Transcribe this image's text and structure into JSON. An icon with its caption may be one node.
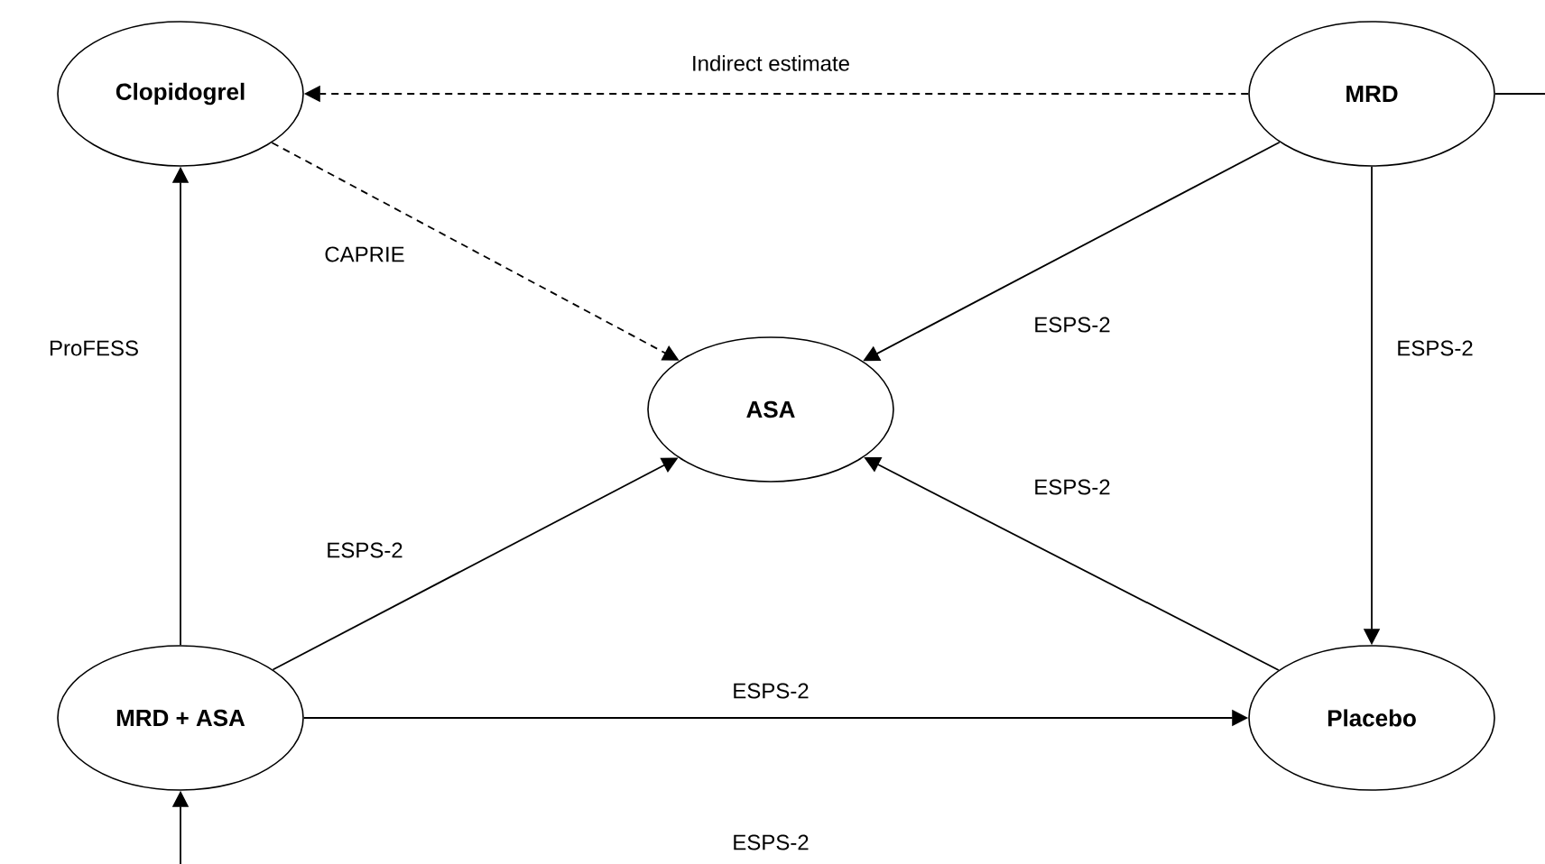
{
  "diagram": {
    "nodes": [
      {
        "text": [
          "Clopidogrel"
        ]
      },
      {
        "text": [
          "MRD"
        ]
      },
      {
        "text": [
          "ASA"
        ]
      },
      {
        "text": [
          "MRD + ASA"
        ]
      },
      {
        "text": [
          "Placebo"
        ]
      }
    ],
    "edges": [
      {
        "from": 1,
        "to": 0,
        "arrow": "to",
        "label": "Indirect estimate",
        "style": "dashed"
      },
      {
        "from": 0,
        "to": 2,
        "arrow": "to",
        "label": "CAPRIE",
        "style": "dashed"
      },
      {
        "from": 1,
        "to": 2,
        "arrow": "to",
        "label": "ESPS-2"
      },
      {
        "from": 1,
        "to": 4,
        "arrow": "to",
        "label": "ESPS-2"
      },
      {
        "from": 3,
        "to": 0,
        "arrow": "to",
        "label": "ProFESS"
      },
      {
        "from": 3,
        "to": 2,
        "arrow": "to",
        "label": "ESPS-2"
      },
      {
        "from": 4,
        "to": 2,
        "arrow": "to",
        "label": "ESPS-2"
      },
      {
        "from": 3,
        "to": 4,
        "arrow": "to",
        "label": "ESPS-2"
      },
      {
        "from": 1,
        "to": 3,
        "arrow": "to",
        "label": "ESPS-2"
      }
    ]
  }
}
